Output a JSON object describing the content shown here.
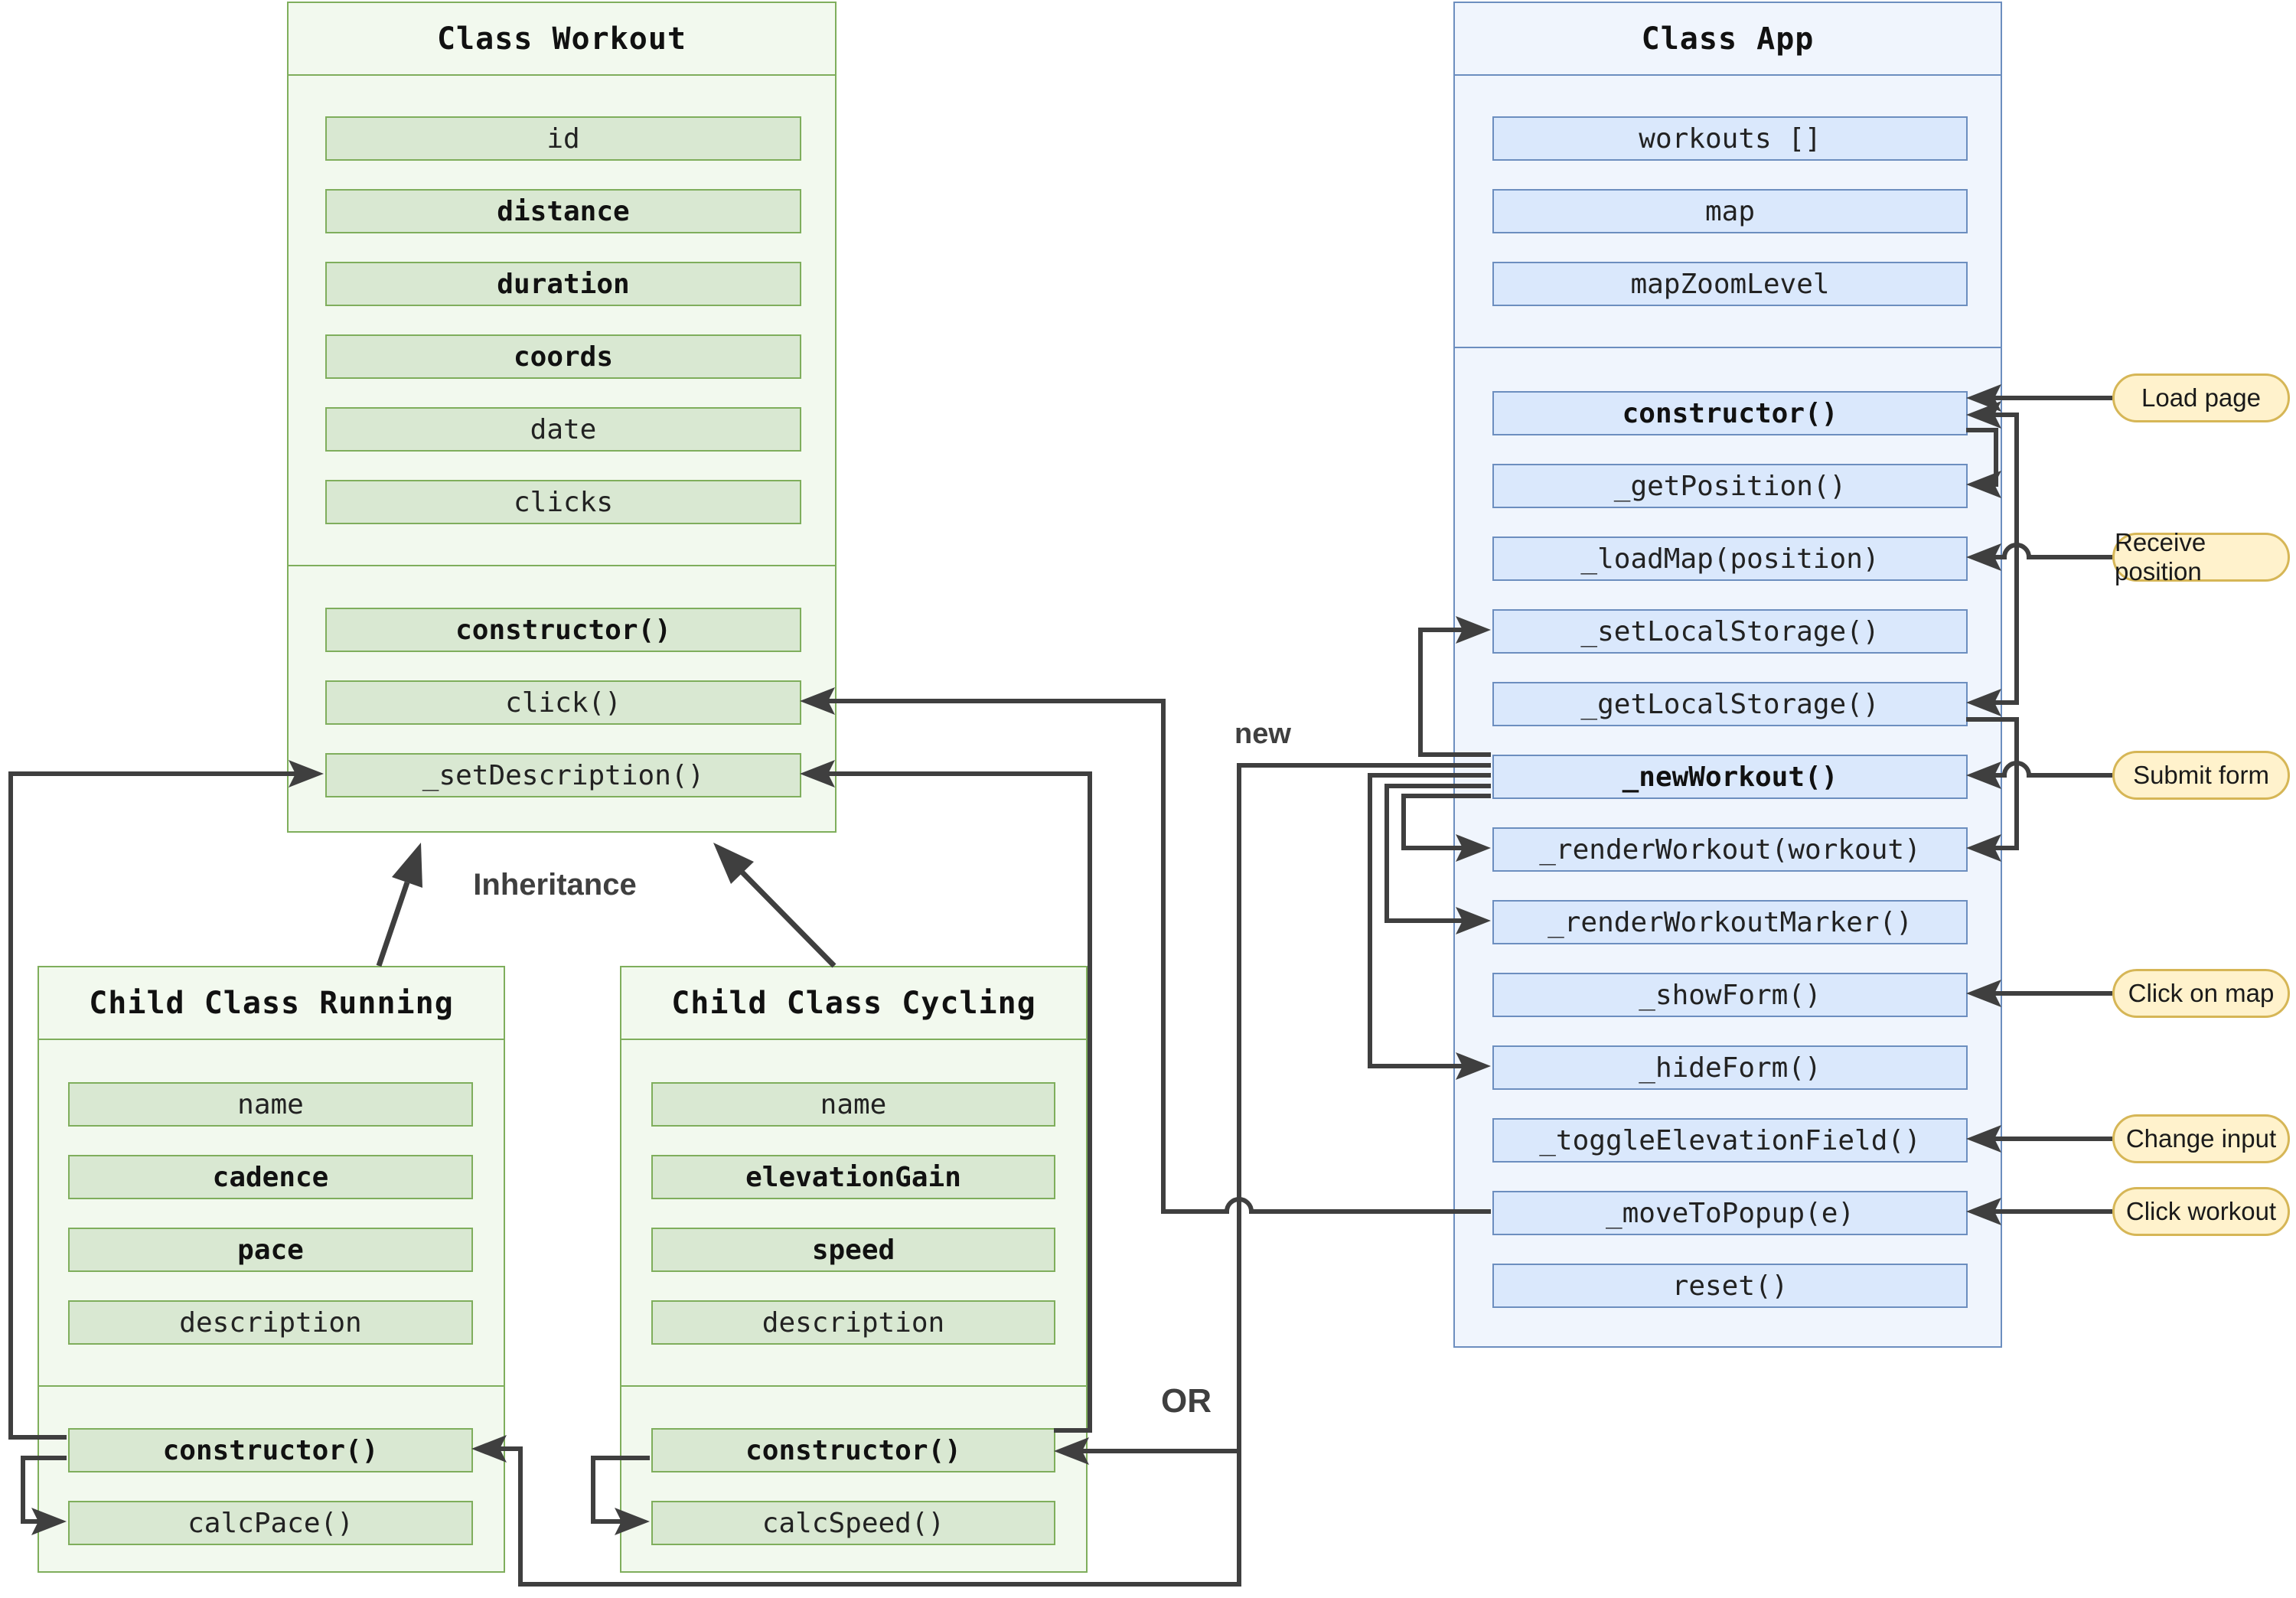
{
  "diagram": {
    "classes": {
      "workout": {
        "title": "Class Workout",
        "fields": [
          "id",
          "distance",
          "duration",
          "coords",
          "date",
          "clicks"
        ],
        "methods": [
          "constructor()",
          "click()",
          "_setDescription()"
        ]
      },
      "running": {
        "title": "Child Class Running",
        "fields": [
          "name",
          "cadence",
          "pace",
          "description"
        ],
        "methods": [
          "constructor()",
          "calcPace()"
        ]
      },
      "cycling": {
        "title": "Child Class Cycling",
        "fields": [
          "name",
          "elevationGain",
          "speed",
          "description"
        ],
        "methods": [
          "constructor()",
          "calcSpeed()"
        ]
      },
      "app": {
        "title": "Class App",
        "fields": [
          "workouts []",
          "map",
          "mapZoomLevel"
        ],
        "methods": [
          "constructor()",
          "_getPosition()",
          "_loadMap(position)",
          "_setLocalStorage()",
          "_getLocalStorage()",
          "_newWorkout()",
          "_renderWorkout(workout)",
          "_renderWorkoutMarker()",
          "_showForm()",
          "_hideForm()",
          "_toggleElevationField()",
          "_moveToPopup(e)",
          "reset()"
        ]
      }
    },
    "labels": {
      "inheritance": "Inheritance",
      "new_keyword": "new",
      "or": "OR"
    },
    "callouts": [
      "Load page",
      "Receive position",
      "Submit form",
      "Click on map",
      "Change input",
      "Click workout"
    ],
    "colors": {
      "green_border": "#7fae5c",
      "green_fill": "#d9e8d2",
      "green_container": "#f2f9ee",
      "blue_border": "#6c8ebf",
      "blue_fill": "#dae8fc",
      "blue_container": "#f0f5fd",
      "callout_fill": "#fff2cc",
      "callout_border": "#d6b656",
      "connector": "#3f3f3f"
    }
  }
}
